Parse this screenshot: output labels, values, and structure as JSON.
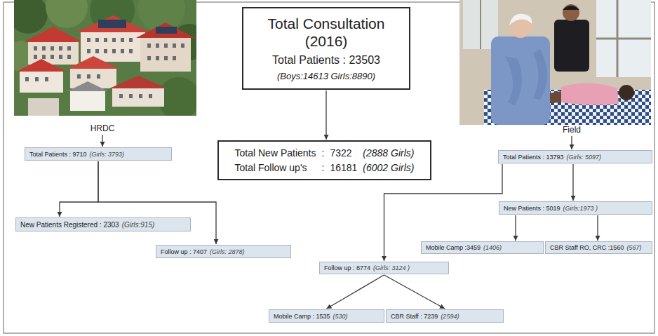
{
  "diagram": {
    "nodes": [
      {
        "text": [
          "Total Consultation (2016)",
          "Total Patients : 23503",
          "(Boys:14613 Girls:8890)"
        ]
      },
      {
        "text": [
          "HRDC"
        ]
      },
      {
        "text": [
          "Field"
        ]
      },
      {
        "text": [
          "Total New Patients",
          ":",
          "7322",
          "(2888 Girls)",
          "Total Follow up's",
          ":",
          "16181",
          "(6002 Girls)"
        ]
      },
      {
        "text": [
          "Total Patients : 9710",
          "(Girls: 3793)"
        ]
      },
      {
        "text": [
          "Total Patients : 13793",
          "(Girls: 5097)"
        ]
      },
      {
        "text": [
          "New Patients Registered : 2303",
          "(Girls:915)"
        ]
      },
      {
        "text": [
          "New Patients : 5019",
          "(Girls:1973 )"
        ]
      },
      {
        "text": [
          "Mobile Camp :3459",
          "(1406)"
        ]
      },
      {
        "text": [
          "CBR Staff RO, CRC :1560",
          "(567)"
        ]
      },
      {
        "text": [
          "Follow up : 7407",
          "(Girls: 2878)"
        ]
      },
      {
        "text": [
          "Follow up : 8774",
          "(Girls: 3124 )"
        ]
      },
      {
        "text": [
          "Mobile Camp : 1535",
          "(530)"
        ]
      },
      {
        "text": [
          "CBR Staff : 7239",
          "(2594)"
        ]
      }
    ],
    "edges": [
      {
        "from": 0,
        "to": 3,
        "arrow": "to"
      },
      {
        "from": 1,
        "to": 4,
        "arrow": "to"
      },
      {
        "from": 2,
        "to": 5,
        "arrow": "to"
      },
      {
        "from": 4,
        "to": 6,
        "arrow": "to"
      },
      {
        "from": 4,
        "to": 10,
        "arrow": "to"
      },
      {
        "from": 5,
        "to": 7,
        "arrow": "to"
      },
      {
        "from": 5,
        "to": 11,
        "arrow": "to"
      },
      {
        "from": 7,
        "to": 8,
        "arrow": "to"
      },
      {
        "from": 7,
        "to": 9,
        "arrow": "to"
      },
      {
        "from": 11,
        "to": 12,
        "arrow": "to"
      },
      {
        "from": 11,
        "to": 13,
        "arrow": "to"
      }
    ]
  }
}
